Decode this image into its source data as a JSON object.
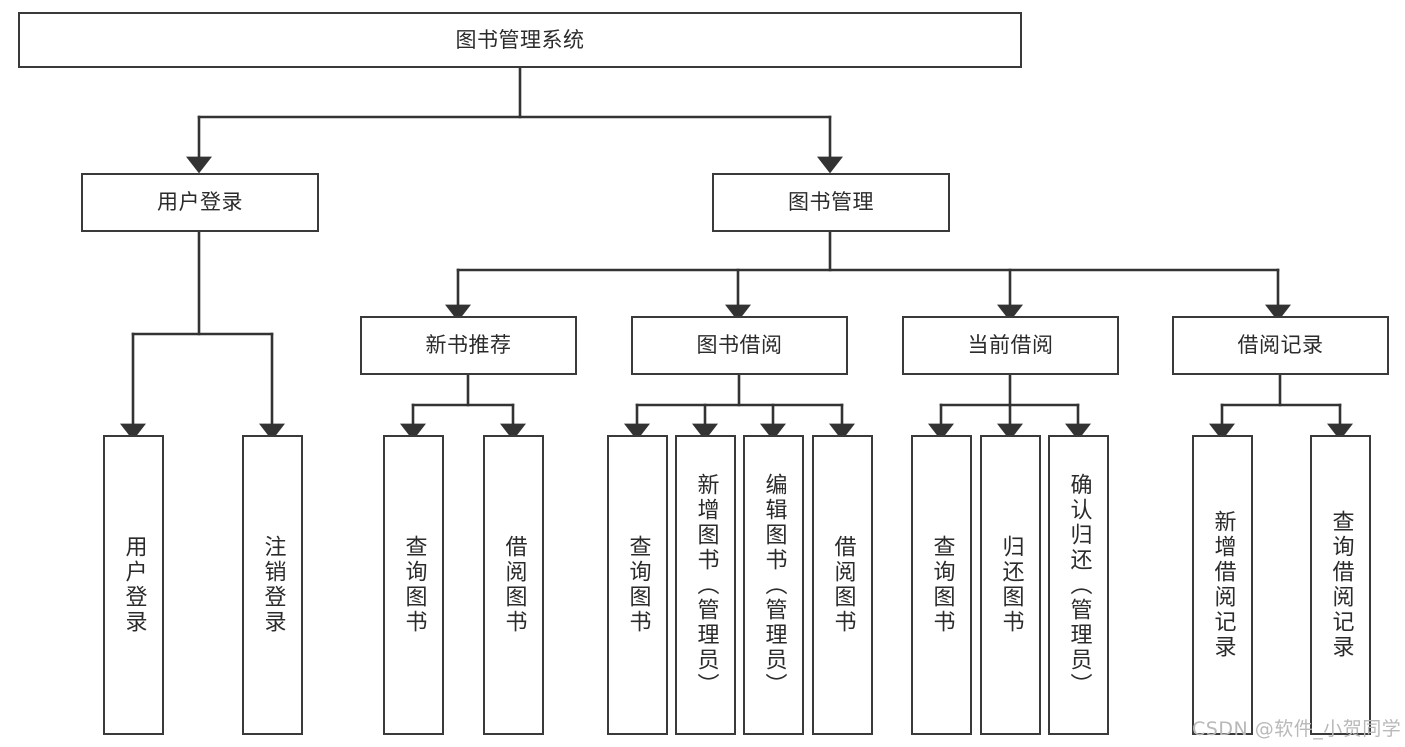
{
  "diagram": {
    "type": "hierarchy-tree",
    "title": "图书管理系统",
    "orientation": "top-down",
    "root": {
      "id": "root",
      "label": "图书管理系统"
    },
    "level2": [
      {
        "id": "user-login",
        "label": "用户登录"
      },
      {
        "id": "book-manage",
        "label": "图书管理"
      }
    ],
    "level3": [
      {
        "id": "new-book-recommend",
        "label": "新书推荐"
      },
      {
        "id": "book-borrow",
        "label": "图书借阅"
      },
      {
        "id": "current-borrow",
        "label": "当前借阅"
      },
      {
        "id": "borrow-record",
        "label": "借阅记录"
      }
    ],
    "leaves": [
      {
        "id": "leaf-user-login",
        "label": "用户登录",
        "parent": "用户登录"
      },
      {
        "id": "leaf-user-logout",
        "label": "注销登录",
        "parent": "用户登录"
      },
      {
        "id": "leaf-query-book-1",
        "label": "查询图书",
        "parent": "新书推荐"
      },
      {
        "id": "leaf-borrow-book-1",
        "label": "借阅图书",
        "parent": "新书推荐"
      },
      {
        "id": "leaf-query-book-2",
        "label": "查询图书",
        "parent": "图书借阅"
      },
      {
        "id": "leaf-add-book",
        "label": "新增图书（管理员）",
        "parent": "图书借阅"
      },
      {
        "id": "leaf-edit-book",
        "label": "编辑图书（管理员）",
        "parent": "图书借阅"
      },
      {
        "id": "leaf-borrow-book-2",
        "label": "借阅图书",
        "parent": "图书借阅"
      },
      {
        "id": "leaf-query-book-3",
        "label": "查询图书",
        "parent": "当前借阅"
      },
      {
        "id": "leaf-return-book",
        "label": "归还图书",
        "parent": "当前借阅"
      },
      {
        "id": "leaf-confirm-return",
        "label": "确认归还（管理员）",
        "parent": "当前借阅"
      },
      {
        "id": "leaf-add-record",
        "label": "新增借阅记录",
        "parent": "借阅记录"
      },
      {
        "id": "leaf-query-record",
        "label": "查询借阅记录",
        "parent": "借阅记录"
      }
    ],
    "colors": {
      "box_border": "#3a3a3a",
      "box_fill": "#ffffff",
      "connector": "#333333",
      "text": "#2b2b2b",
      "watermark": "#b9b9b9",
      "background": "#ffffff"
    }
  },
  "watermark": {
    "text": "CSDN @软件_小贺同学"
  }
}
